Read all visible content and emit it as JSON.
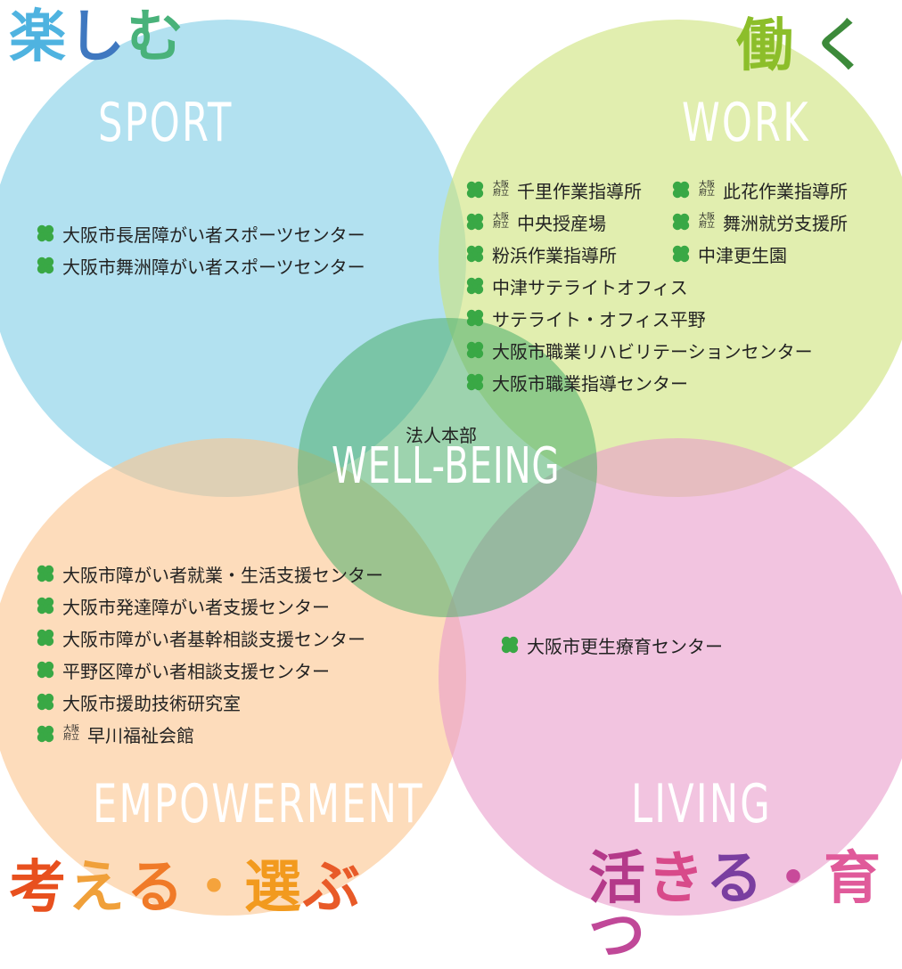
{
  "colors": {
    "sport": "#7fcde6",
    "work": "#cde27a",
    "empowerment": "#fcc48e",
    "living": "#ea9ccc",
    "center": "#4cae6c",
    "clover": "#39a845"
  },
  "icon": "four-leaf-clover-icon",
  "corner_titles": {
    "sport": [
      "楽",
      "し",
      "む"
    ],
    "work": [
      "働",
      "く"
    ],
    "empowerment": [
      "考",
      "え",
      "る",
      "・",
      "選",
      "ぶ"
    ],
    "living": [
      "活",
      "き",
      "る",
      "・",
      "育",
      "つ"
    ]
  },
  "corner_title_colors": {
    "sport": [
      "#4fb3e0",
      "#3f78c0",
      "#49b27a"
    ],
    "work": [
      "#8cbe2a",
      "#3c8a3a"
    ],
    "empowerment": [
      "#e8501e",
      "#f0a03a",
      "#f07a28",
      "#f5a33c",
      "#f29a1e",
      "#e85a28"
    ],
    "living": [
      "#b43a8a",
      "#d84a8a",
      "#7a3ea0",
      "#c84a9a",
      "#e05a9a",
      "#c04898"
    ]
  },
  "circles": {
    "sport": {
      "label": "SPORT",
      "items": [
        {
          "prefix": "",
          "text": "大阪市長居障がい者スポーツセンター"
        },
        {
          "prefix": "",
          "text": "大阪市舞洲障がい者スポーツセンター"
        }
      ]
    },
    "work": {
      "label": "WORK",
      "items_left": [
        {
          "prefix": [
            "大阪",
            "府立"
          ],
          "text": "千里作業指導所"
        },
        {
          "prefix": [
            "大阪",
            "府立"
          ],
          "text": "中央授産場"
        },
        {
          "prefix": "",
          "text": "粉浜作業指導所"
        },
        {
          "prefix": "",
          "text": "中津サテライトオフィス"
        },
        {
          "prefix": "",
          "text": "サテライト・オフィス平野"
        },
        {
          "prefix": "",
          "text": "大阪市職業リハビリテーションセンター"
        },
        {
          "prefix": "",
          "text": "大阪市職業指導センター"
        }
      ],
      "items_right": [
        {
          "prefix": [
            "大阪",
            "府立"
          ],
          "text": "此花作業指導所"
        },
        {
          "prefix": [
            "大阪",
            "府立"
          ],
          "text": "舞洲就労支援所"
        },
        {
          "prefix": "",
          "text": "中津更生園"
        }
      ]
    },
    "empowerment": {
      "label": "EMPOWERMENT",
      "items": [
        {
          "prefix": "",
          "text": "大阪市障がい者就業・生活支援センター"
        },
        {
          "prefix": "",
          "text": "大阪市発達障がい者支援センター"
        },
        {
          "prefix": "",
          "text": "大阪市障がい者基幹相談支援センター"
        },
        {
          "prefix": "",
          "text": "平野区障がい者相談支援センター"
        },
        {
          "prefix": "",
          "text": "大阪市援助技術研究室"
        },
        {
          "prefix": [
            "大阪",
            "府立"
          ],
          "text": "早川福祉会館"
        }
      ]
    },
    "living": {
      "label": "LIVING",
      "items": [
        {
          "prefix": "",
          "text": "大阪市更生療育センター"
        }
      ]
    }
  },
  "center": {
    "subtitle": "法人本部",
    "title": "WELL-BEING"
  }
}
